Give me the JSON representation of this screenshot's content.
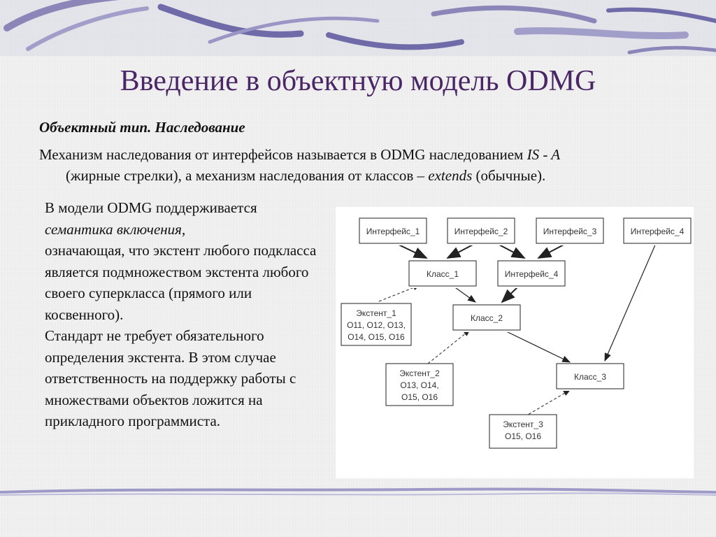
{
  "slide": {
    "title": "Введение в объектную модель ODMG",
    "subtitle": "Объектный тип. Наследование",
    "paragraph1": {
      "text_a": "Механизм наследования от интерфейсов называется в ODMG наследованием ",
      "isa": "IS - A",
      "text_b": "(жирные стрелки), а механизм наследования от классов – ",
      "extends": "extends",
      "text_c": " (обычные)."
    },
    "left_text": {
      "line1": "В модели ODMG поддерживается",
      "semantics": "семантика включения",
      "comma": ",",
      "rest1": "означающая, что экстент любого подкласса является подмножеством экстента любого своего суперкласса (прямого или косвенного).",
      "rest2": "Стандарт не требует обязательного определения экстента. В этом случае ответственность на поддержку работы с множествами объектов ложится на прикладного программиста."
    }
  },
  "diagram": {
    "nodes": {
      "iface1": "Интерфейс_1",
      "iface2": "Интерфейс_2",
      "iface3": "Интерфейс_3",
      "iface4top": "Интерфейс_4",
      "class1": "Класс_1",
      "iface4": "Интерфейс_4",
      "class2": "Класс_2",
      "class3": "Класс_3",
      "extent1": [
        "Экстент_1",
        "O11, O12, O13,",
        "O14, O15, O16"
      ],
      "extent2": [
        "Экстент_2",
        "O13, O14,",
        "O15, O16"
      ],
      "extent3": [
        "Экстент_3",
        "O15, O16"
      ]
    }
  },
  "colors": {
    "title": "#4a2666",
    "text": "#111111",
    "deco": "#7a76ad"
  }
}
